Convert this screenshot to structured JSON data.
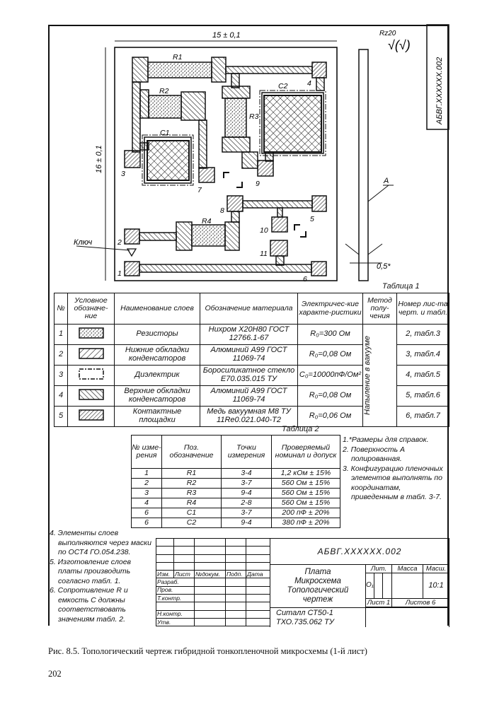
{
  "drawing": {
    "dim_width": "15 ± 0,1",
    "dim_height": "16 ± 0,1",
    "roughness": "Rz20",
    "roughness_symbol": "√(√)",
    "stamp": "АБВГ.XXXXXX.002",
    "key_label": "Ключ",
    "surface_label": "A",
    "thickness": "0,5*",
    "element_labels": {
      "R1": "R1",
      "R2": "R2",
      "R3": "R3",
      "R4": "R4",
      "C1": "C1",
      "C2": "C2"
    },
    "pad_labels": {
      "p1": "1",
      "p2": "2",
      "p3": "3",
      "p4": "4",
      "p5": "5",
      "p6": "6",
      "p7": "7",
      "p8": "8",
      "p9": "9",
      "p10": "10",
      "p11": "11"
    }
  },
  "table1": {
    "caption": "Таблица 1",
    "headers": [
      "№",
      "Условное обозначе-ние",
      "Наименование слоев",
      "Обозначение материала",
      "Электричес-кие характе-ристики",
      "Метод полу-чения",
      "Номер лис-та черт. и табл."
    ],
    "method": "Напыление в вакууме",
    "rows": [
      {
        "n": "1",
        "symbol": "dots",
        "name": "Резисторы",
        "material": "Нихром Х20Н80 ГОСТ 12766.1-67",
        "electrical": "R₀=300 Ом",
        "sheet": "2, табл.3"
      },
      {
        "n": "2",
        "symbol": "hatch-fwd",
        "name": "Нижние обкладки конденсаторов",
        "material": "Алюминий А99 ГОСТ 11069-74",
        "electrical": "R₀=0,08 Ом",
        "sheet": "3, табл.4"
      },
      {
        "n": "3",
        "symbol": "dashed",
        "name": "Диэлектрик",
        "material": "Боросиликатное стекло Е70.035.015 ТУ",
        "electrical": "C₀=10000пФ/Ом²",
        "sheet": "4, табл.5"
      },
      {
        "n": "4",
        "symbol": "hatch-back",
        "name": "Верхние обкладки конденсаторов",
        "material": "Алюминий А99 ГОСТ 11069-74",
        "electrical": "R₀=0,08 Ом",
        "sheet": "5, табл.6"
      },
      {
        "n": "5",
        "symbol": "hatch-dense",
        "name": "Контактные площадки",
        "material": "Медь вакуумная М8 ТУ 11Re0.021.040-Т2",
        "electrical": "R₀=0,06 Ом",
        "sheet": "6, табл.7"
      }
    ]
  },
  "table2": {
    "caption": "Таблица 2",
    "headers": [
      "№ изме-рения",
      "Поз. обозначение",
      "Точки измерения",
      "Проверяемый номинал и допуск"
    ],
    "rows": [
      {
        "n": "1",
        "pos": "R1",
        "points": "3-4",
        "value": "1,2 кОм ± 15%"
      },
      {
        "n": "2",
        "pos": "R2",
        "points": "3-7",
        "value": "560 Ом ± 15%"
      },
      {
        "n": "3",
        "pos": "R3",
        "points": "9-4",
        "value": "560 Ом ± 15%"
      },
      {
        "n": "4",
        "pos": "R4",
        "points": "2-8",
        "value": "560 Ом ± 15%"
      },
      {
        "n": "6",
        "pos": "C1",
        "points": "3-7",
        "value": "200 пФ ± 20%"
      },
      {
        "n": "6",
        "pos": "C2",
        "points": "9-4",
        "value": "380 пФ ± 20%"
      }
    ]
  },
  "notes_right": [
    "1.*Размеры для справок.",
    "2. Поверхность А полированная.",
    "3. Конфигурацию пленочных элементов выполнять по координатам, приведенным в табл. 3-7."
  ],
  "notes_left": [
    "4. Элементы слоев выполняются через маски по ОСТ4 ГО.054.238.",
    "5. Изготовление слоев платы производить согласно табл. 1.",
    "6. Сопротивление R и емкость C должны соответствовать значениям табл. 2."
  ],
  "title_block": {
    "headers": [
      "Изм.",
      "Лист",
      "№докум.",
      "Подп.",
      "Дата"
    ],
    "roles": [
      "Разраб.",
      "Пров.",
      "Т.контр.",
      "",
      "Н.контр.",
      "Утв."
    ],
    "designation": "АБВГ.XXXXXX.002",
    "name": [
      "Плата",
      "Микросхема",
      "Топологический",
      "чертеж"
    ],
    "lit_label": "Лит.",
    "mass_label": "Масса",
    "scale_label": "Масш.",
    "lit_value": "О₁",
    "scale_value": "10:1",
    "sheet": "Лист 1",
    "sheets": "Листов 6",
    "material": [
      "Ситалл СТ50-1",
      "ТХО.735.062 ТУ"
    ]
  },
  "caption": "Рис. 8.5. Топологический чертеж гибридной тонкопленочной микросхемы (1-й лист)",
  "page_number": "202"
}
